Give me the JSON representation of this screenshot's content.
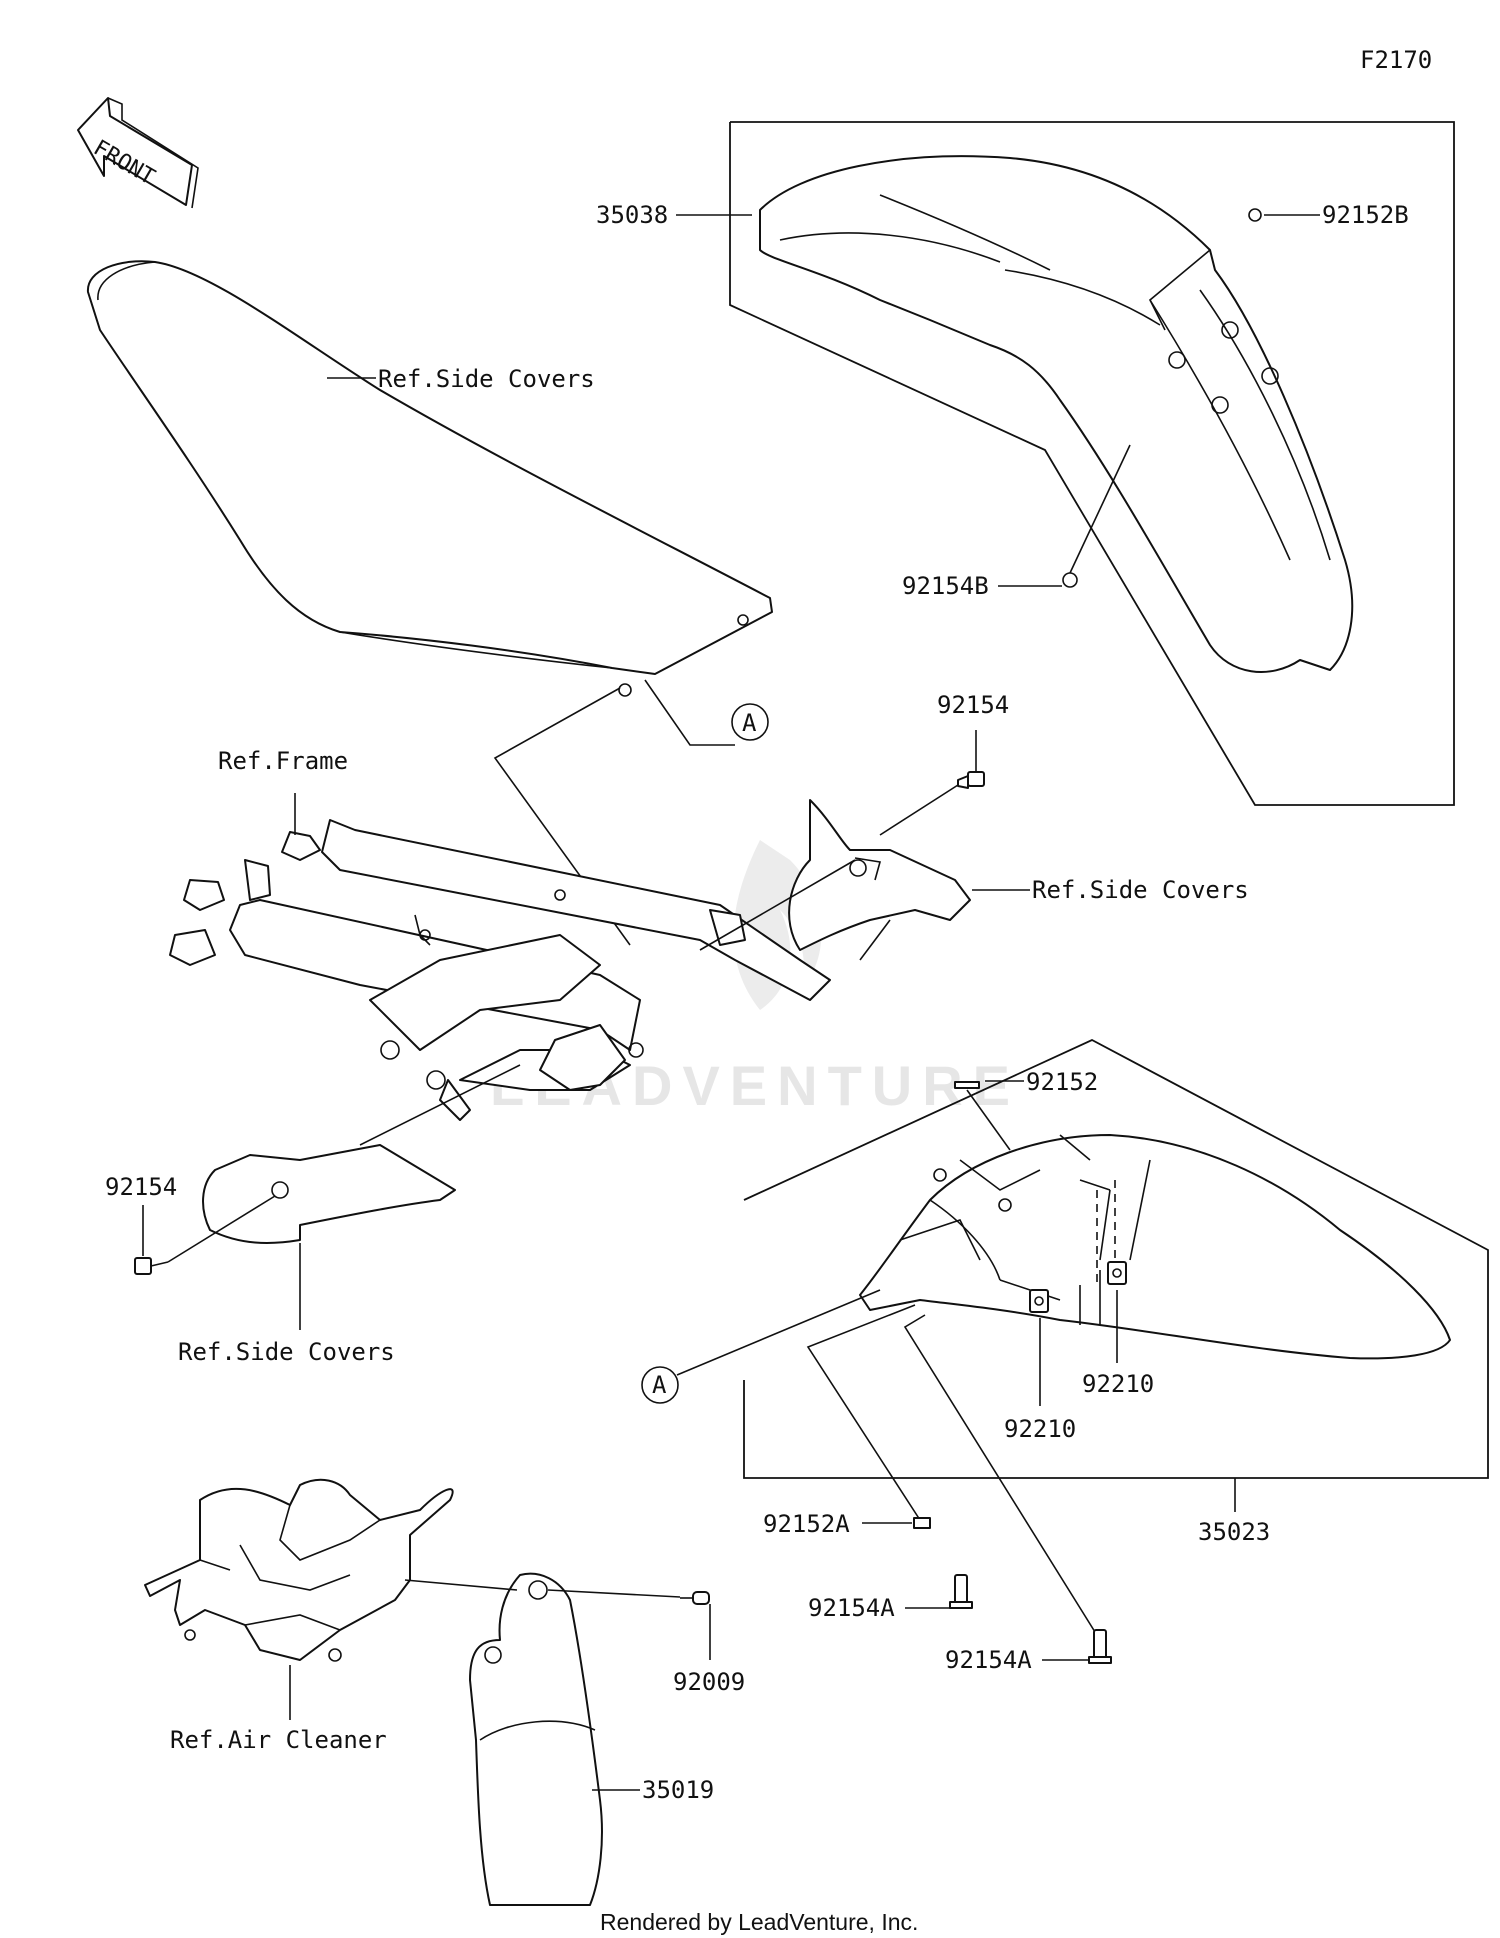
{
  "figure_code": "F2170",
  "front_arrow_text": "FRONT",
  "watermark_text": "LEADVENTURE",
  "footer": "Rendered by LeadVenture, Inc.",
  "callouts": {
    "front_fender": "35038",
    "front_fender_grommet": "92152B",
    "front_fender_bolt": "92154B",
    "seat_side_covers": "Ref.Side Covers",
    "ref_frame": "Ref.Frame",
    "bolt_upper": "92154",
    "side_covers_right": "Ref.Side Covers",
    "bolt_left": "92154",
    "side_covers_lower": "Ref.Side Covers",
    "rear_fender_collar": "92152",
    "nut_a": "92210",
    "nut_b": "92210",
    "rear_fender": "35023",
    "rear_collar_a": "92152A",
    "rear_bolt_a1": "92154A",
    "rear_bolt_a2": "92154A",
    "ref_air_cleaner": "Ref.Air Cleaner",
    "air_cleaner_screw": "92009",
    "mud_guard": "35019",
    "ref_point_a_upper": "A",
    "ref_point_a_lower": "A"
  }
}
